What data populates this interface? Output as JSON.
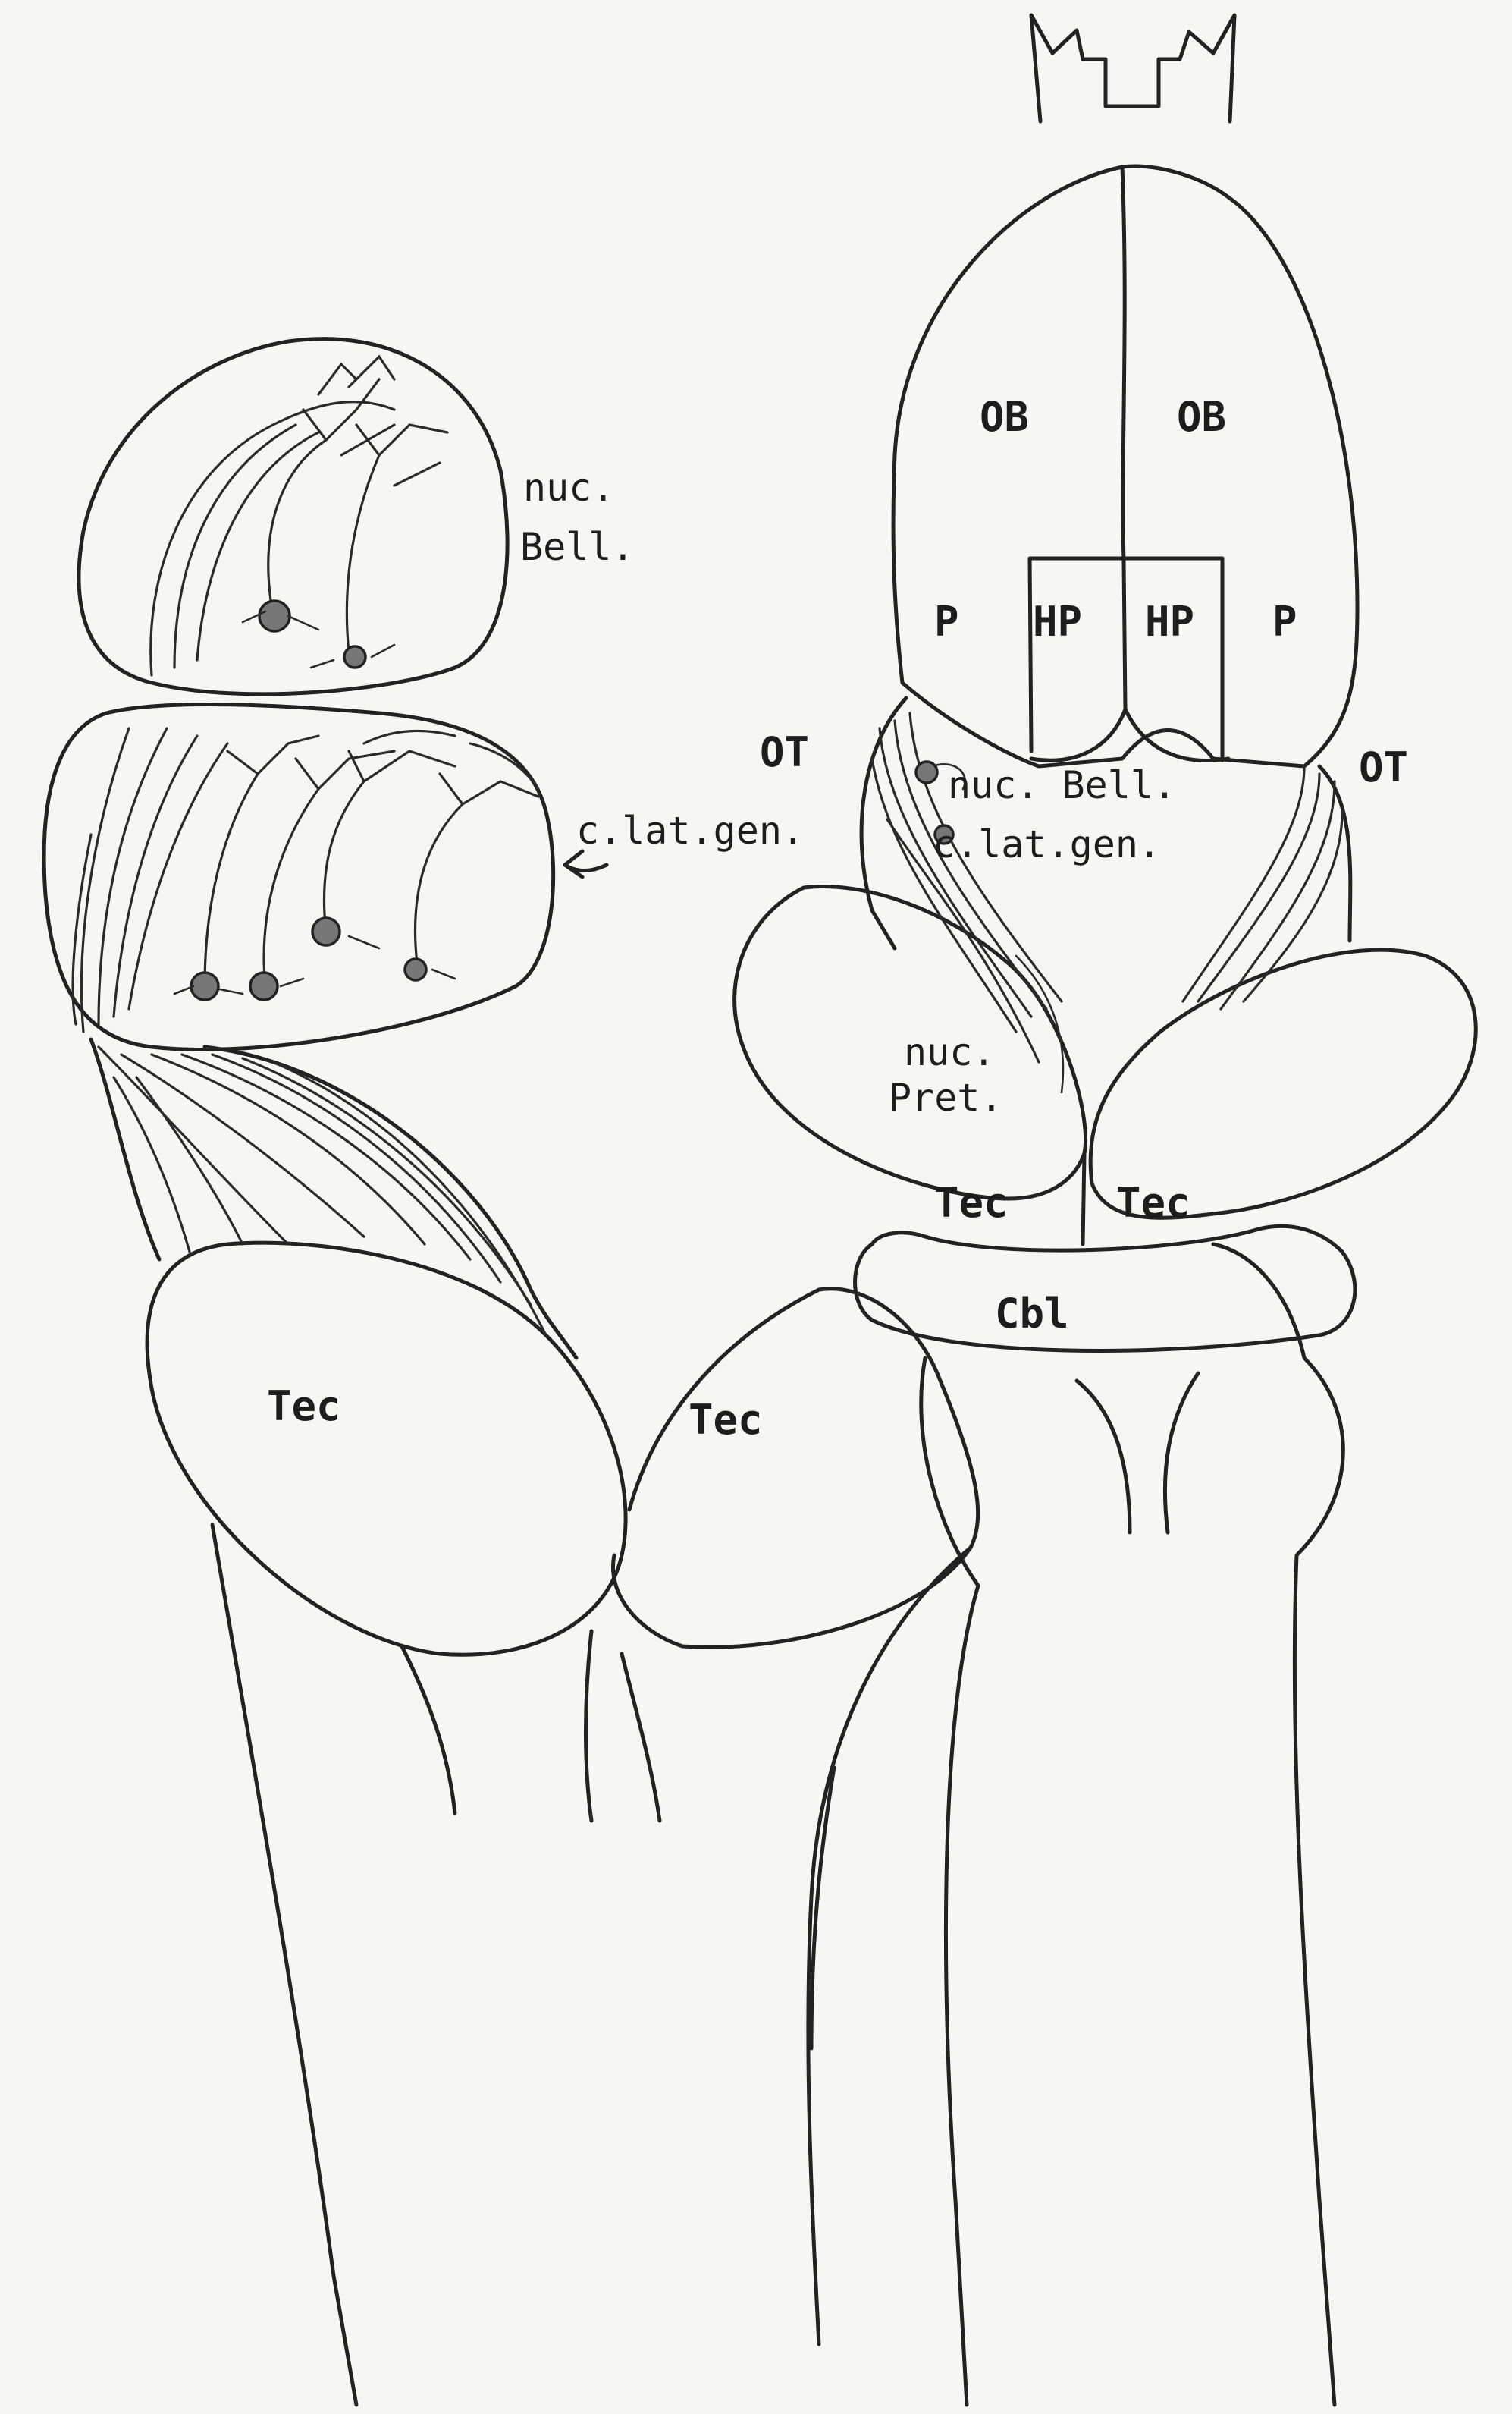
{
  "figure": {
    "labels": {
      "ob_left": "OB",
      "ob_right": "OB",
      "p_left": "P",
      "hp_left": "HP",
      "hp_right": "HP",
      "p_right": "P",
      "ot_left": "OT",
      "ot_right": "OT",
      "nuc_bell_right": "nuc. Bell.",
      "c_lat_gen_right": "c.lat.gen.",
      "c_lat_gen_left": "c.lat.gen.",
      "nuc_pret_line1": "nuc.",
      "nuc_pret_line2": "Pret.",
      "tec_upper_left": "Tec",
      "tec_upper_right": "Tec",
      "cbl": "Cbl",
      "tec_lower_left": "Tec",
      "tec_lower_right": "Tec",
      "nuc_bell_left_line1": "nuc.",
      "nuc_bell_left_line2": "Bell."
    }
  }
}
